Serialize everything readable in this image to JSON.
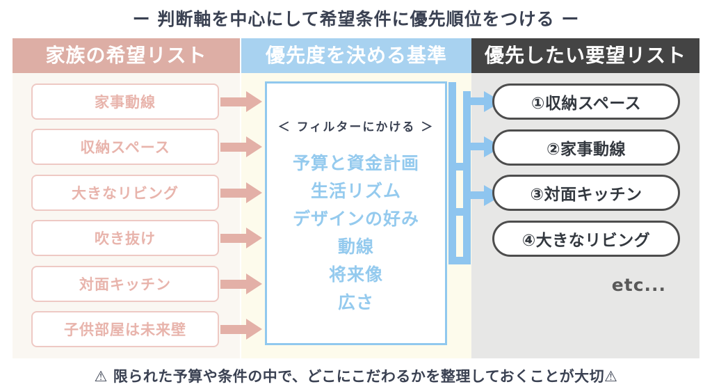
{
  "title": "ー 判断軸を中心にして希望条件に優先順位をつける ー",
  "footer": "⚠ 限られた予算や条件の中で、どこにこだわるかを整理しておくことが大切⚠",
  "colors": {
    "left_header_bg": "#ddaea5",
    "center_header_bg": "#a8d2f0",
    "right_header_bg": "#444444",
    "left_panel_bg": "#faf7f2",
    "center_panel_bg": "#fdfbec",
    "right_panel_bg": "#e7e7e6",
    "pink_accent": "#e3b0a7",
    "blue_accent": "#8ec5ef",
    "filter_text": "#94caee",
    "title_text": "#3a4152"
  },
  "columns": {
    "left": {
      "header": "家族の希望リスト",
      "items": [
        "家事動線",
        "収納スペース",
        "大きなリビング",
        "吹き抜け",
        "対面キッチン",
        "子供部屋は未来壁"
      ]
    },
    "center": {
      "header": "優先度を決める基準",
      "filter_label": "＜ フィルターにかける ＞",
      "criteria": [
        "予算と資金計画",
        "生活リズム",
        "デザインの好み",
        "動線",
        "将来像",
        "広さ"
      ]
    },
    "right": {
      "header": "優先したい要望リスト",
      "items": [
        "①収納スペース",
        "②家事動線",
        "③対面キッチン",
        "④大きなリビング"
      ],
      "etc": "etc..."
    }
  }
}
